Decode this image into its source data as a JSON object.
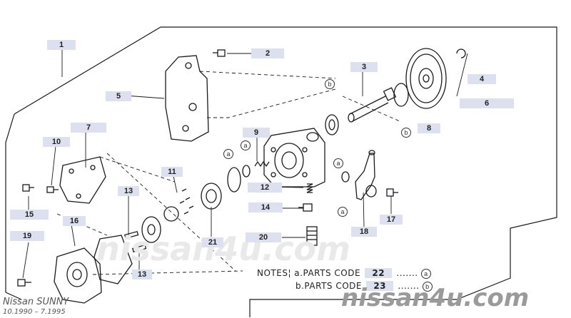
{
  "diagram": {
    "callouts": {
      "c1": "1",
      "c2": "2",
      "c3": "3",
      "c4": "4",
      "c5": "5",
      "c6": "6",
      "c7": "7",
      "c8": "8",
      "c9": "9",
      "c10": "10",
      "c11": "11",
      "c12": "12",
      "c13a": "13",
      "c13b": "13",
      "c14": "14",
      "c15": "15",
      "c16": "16",
      "c17": "17",
      "c18": "18",
      "c19": "19",
      "c20": "20",
      "c21": "21"
    },
    "annotations": {
      "a_b_top": "b",
      "a_b_pulley": "b",
      "a_a_1": "a",
      "a_a_2": "a",
      "a_a_3": "a",
      "a_a_4": "a"
    },
    "notes": {
      "line_a_prefix": "NOTES¦ a.PARTS CODE",
      "line_a_code": "22",
      "line_a_dots": ".......",
      "line_a_marker": "a",
      "line_b_prefix": "b.PARTS CODE",
      "line_b_code": "23",
      "line_b_dots": ".......",
      "line_b_marker": "b"
    },
    "watermark_center": "nissan4u.com",
    "watermark_bottom": "nissan4u.com",
    "model_name": "Nissan SUNNY",
    "model_dates": "10.1990 – 7.1995"
  }
}
